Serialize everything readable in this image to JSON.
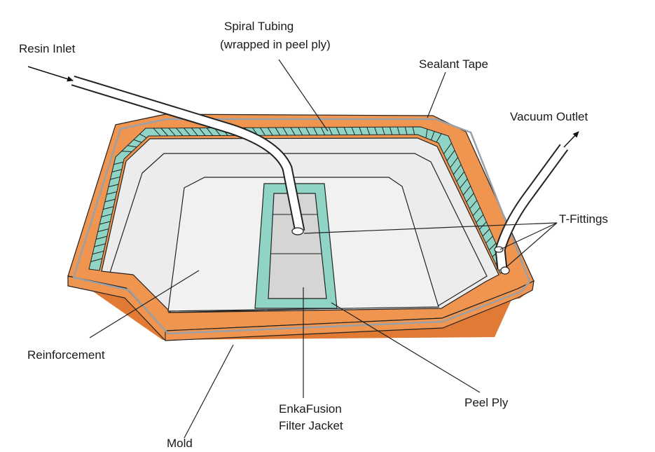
{
  "labels": {
    "resin_inlet": "Resin Inlet",
    "spiral_tubing_line1": "Spiral Tubing",
    "spiral_tubing_line2": "(wrapped in peel ply)",
    "sealant_tape": "Sealant Tape",
    "vacuum_outlet": "Vacuum Outlet",
    "t_fittings": "T-Fittings",
    "reinforcement": "Reinforcement",
    "mold": "Mold",
    "enkafusion_line1": "EnkaFusion",
    "enkafusion_line2": "Filter Jacket",
    "peel_ply": "Peel Ply"
  },
  "colors": {
    "mold": "#f0954f",
    "mold_edge": "#e07a35",
    "bag_line": "#9aa0a8",
    "spiral": "#8fd4c4",
    "surface": "#ececec",
    "reinforcement": "#f1f1f1",
    "filter_jacket": "#8fd4c4",
    "peel_ply": "#d5d5d5",
    "tube": "#ffffff",
    "stroke": "#222222"
  }
}
